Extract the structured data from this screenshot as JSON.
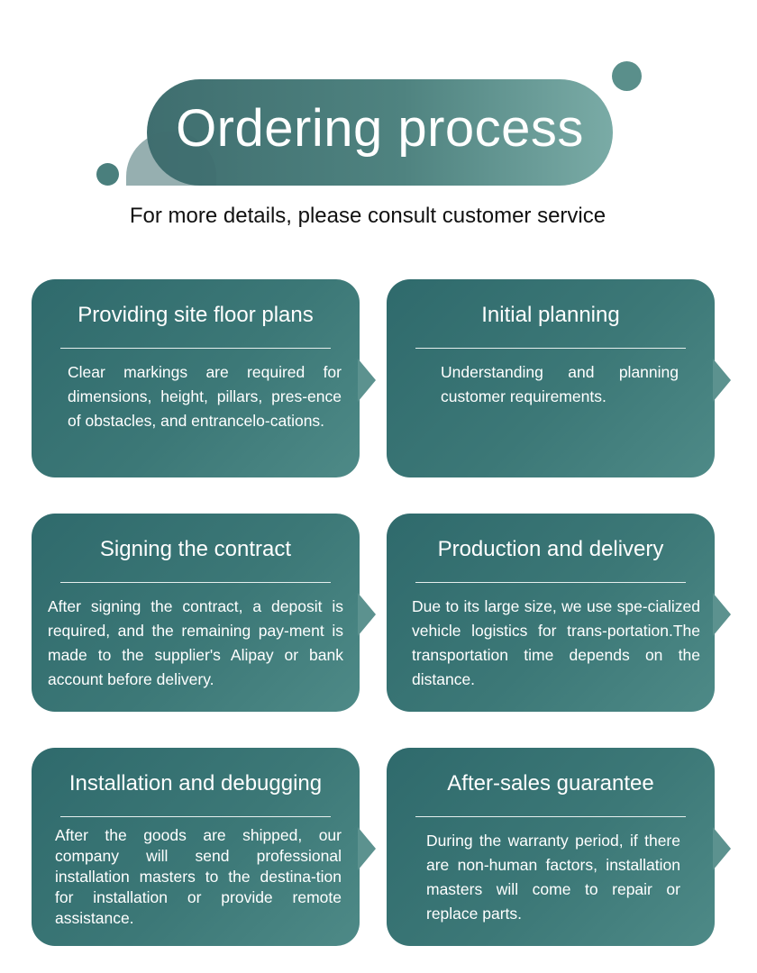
{
  "header": {
    "title": "Ordering process",
    "subtitle": "For more details, please consult customer service"
  },
  "colors": {
    "primary_teal": "#3c7877",
    "banner_light": "#7aaba6",
    "text_on_card": "#ffffff"
  },
  "steps": [
    {
      "title": "Providing site floor plans",
      "body": "Clear markings are required for dimensions, height, pillars, pres-ence of obstacles, and entrancelo-cations."
    },
    {
      "title": "Initial planning",
      "body": "Understanding and planning customer requirements."
    },
    {
      "title": "Signing the contract",
      "body": "After signing the contract, a deposit is required, and the remaining pay-ment is made to the supplier's Alipay or bank account before delivery."
    },
    {
      "title": "Production and delivery",
      "body": "Due to its large size, we use spe-cialized vehicle logistics for trans-portation.The transportation time depends on the distance."
    },
    {
      "title": "Installation and debugging",
      "body": "After the goods are shipped, our company will send professional installation masters to the destina-tion for installation or provide remote assistance."
    },
    {
      "title": "After-sales guarantee",
      "body": "During the warranty period, if there are non-human factors, installation masters will come to repair or replace parts."
    }
  ]
}
